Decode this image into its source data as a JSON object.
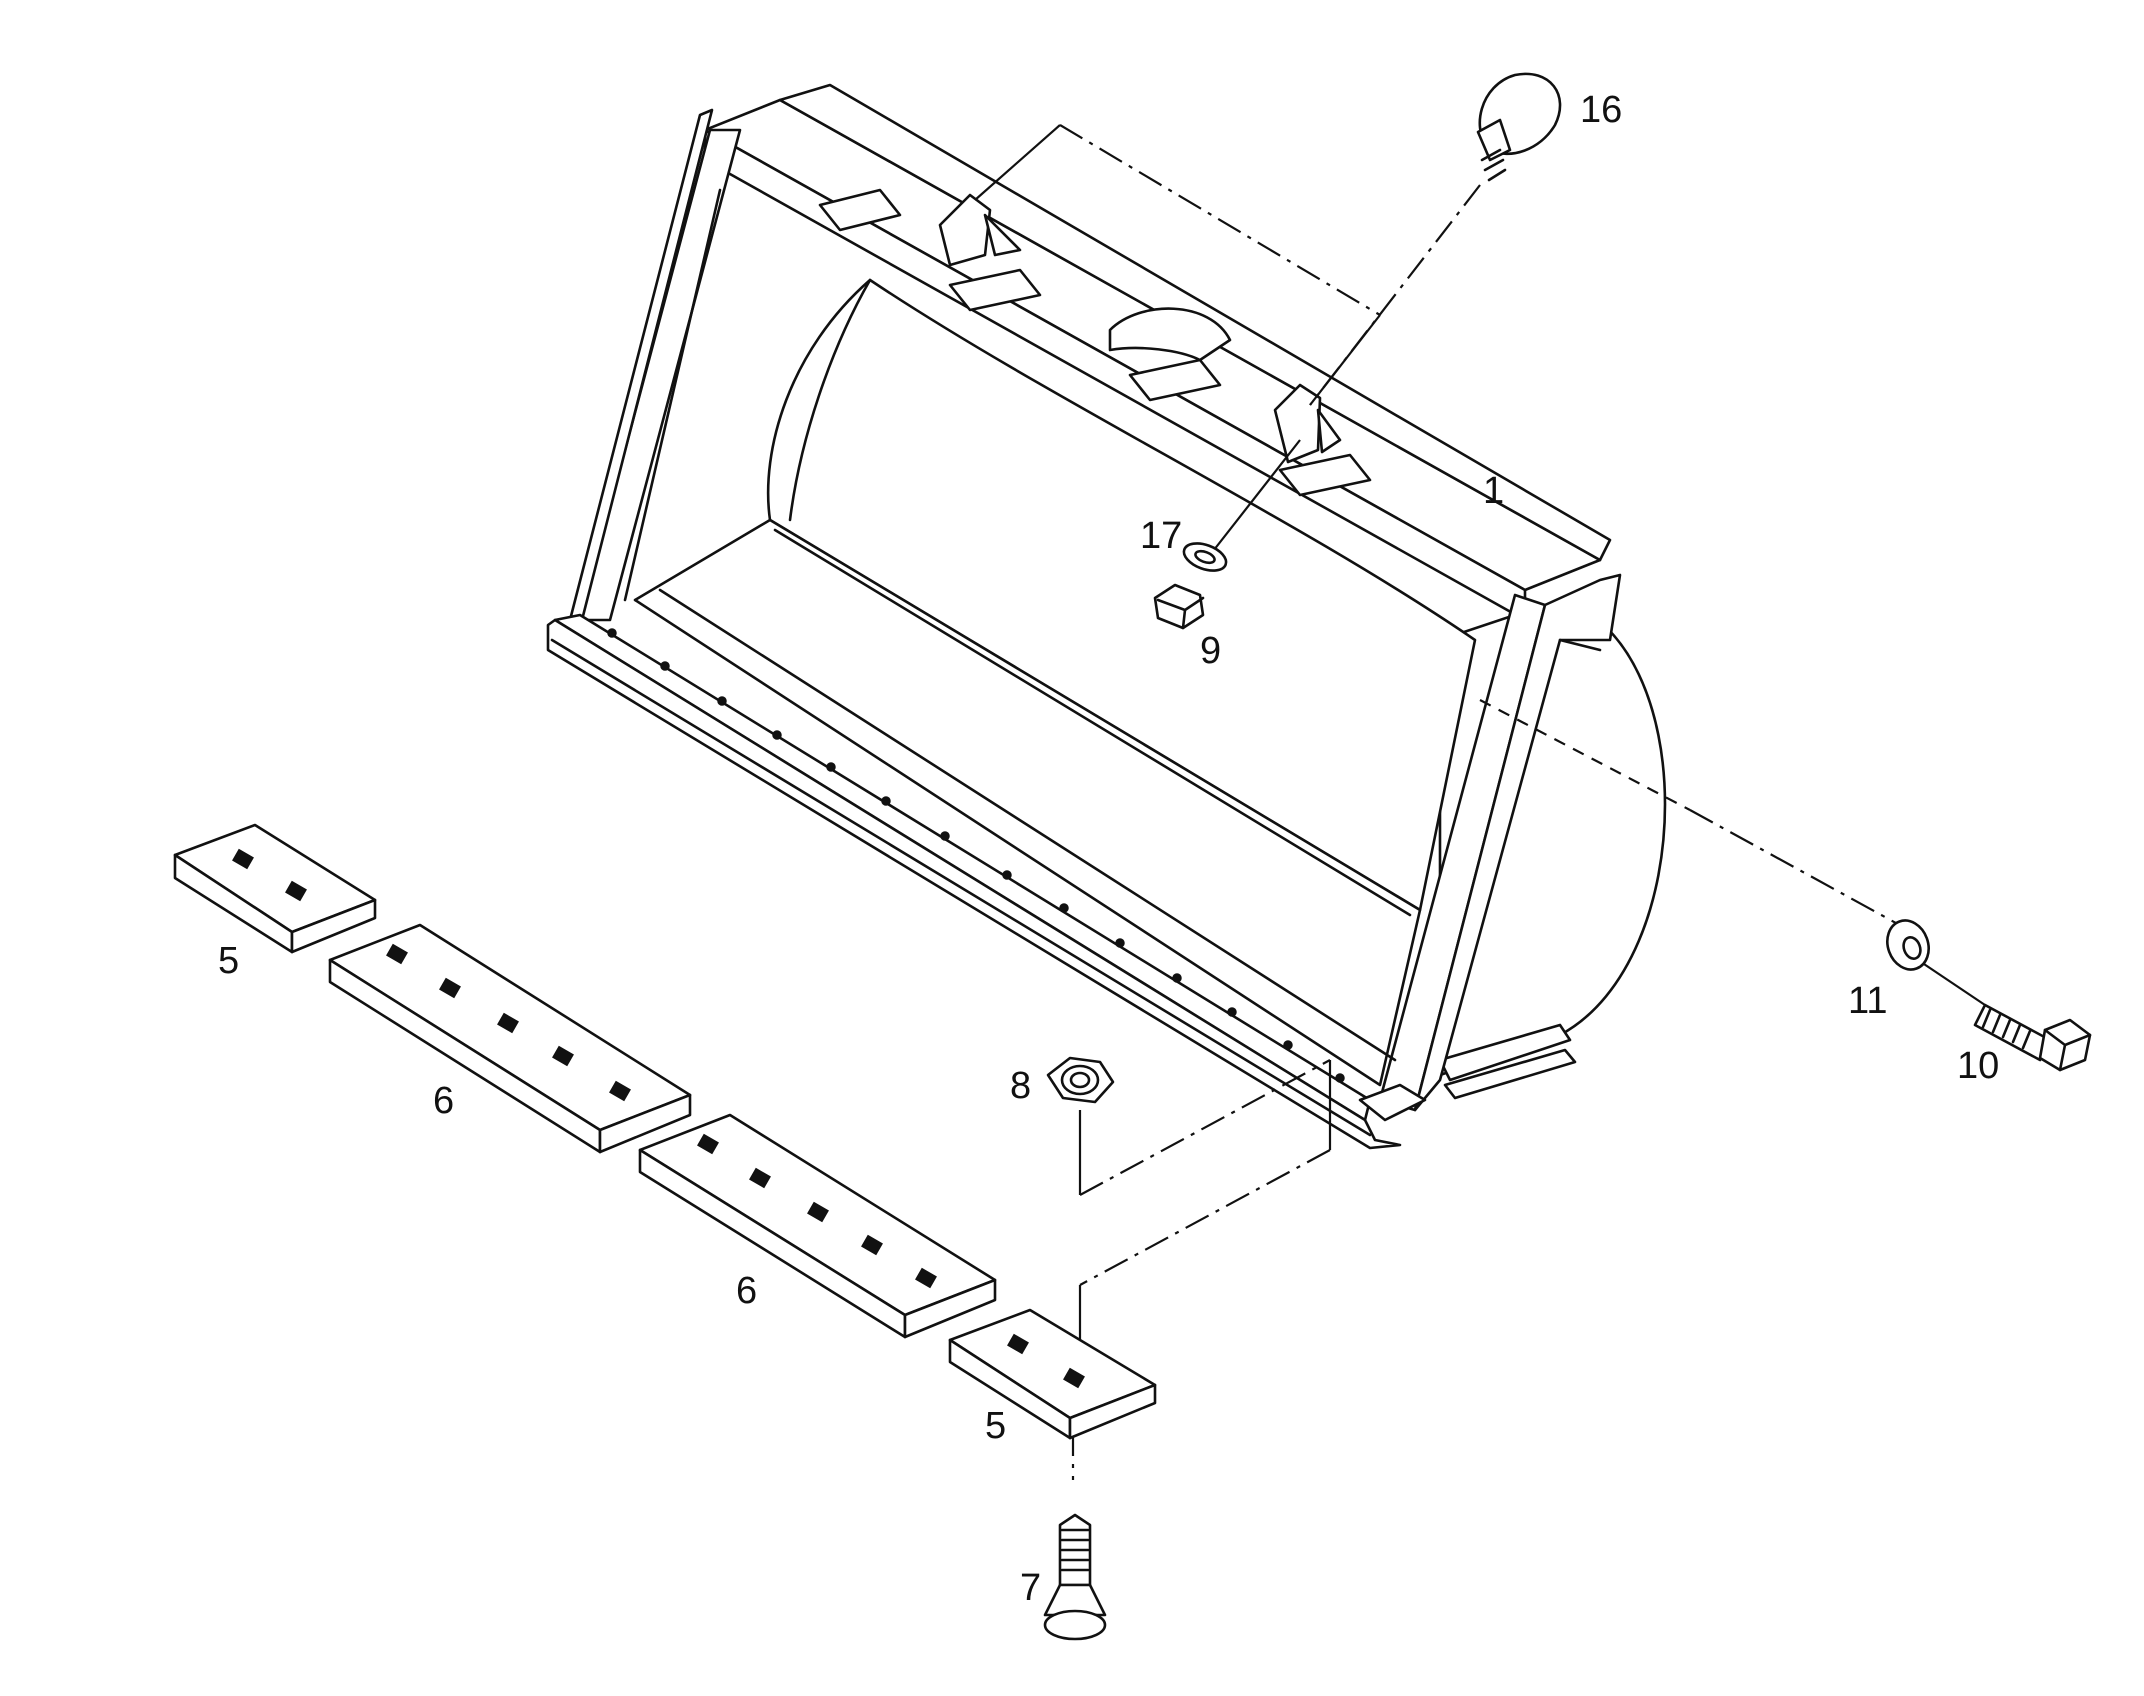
{
  "callouts": {
    "c1": "1",
    "c5a": "5",
    "c5b": "5",
    "c6a": "6",
    "c6b": "6",
    "c7": "7",
    "c8": "8",
    "c9": "9",
    "c10": "10",
    "c11": "11",
    "c16": "16",
    "c17": "17"
  },
  "colors": {
    "ink": "#111111",
    "paper": "#ffffff"
  }
}
